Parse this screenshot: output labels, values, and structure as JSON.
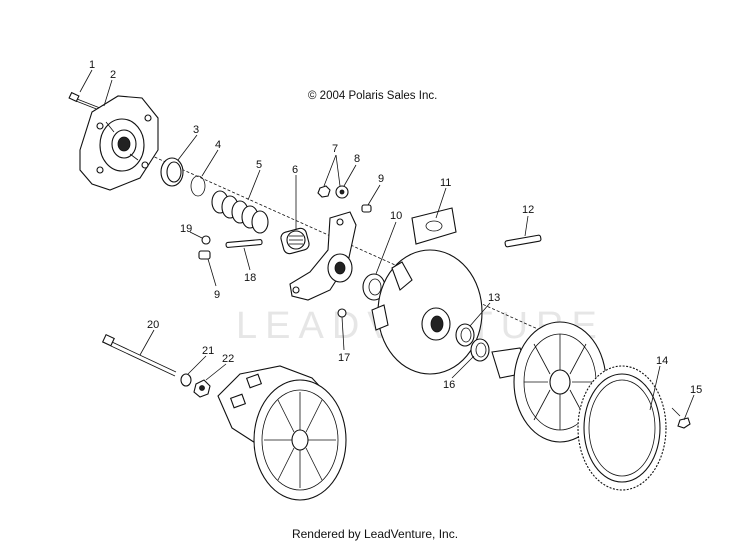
{
  "copyright": "© 2004 Polaris Sales Inc.",
  "footer": "Rendered by LeadVenture, Inc.",
  "watermark": "LEADVENTURE",
  "callouts": {
    "c1": "1",
    "c2": "2",
    "c3": "3",
    "c4": "4",
    "c5": "5",
    "c6": "6",
    "c7": "7",
    "c8": "8",
    "c9a": "9",
    "c9b": "9",
    "c10": "10",
    "c11": "11",
    "c12": "12",
    "c13": "13",
    "c14": "14",
    "c15": "15",
    "c16": "16",
    "c17": "17",
    "c18": "18",
    "c19": "19",
    "c20": "20",
    "c21": "21",
    "c22": "22"
  }
}
